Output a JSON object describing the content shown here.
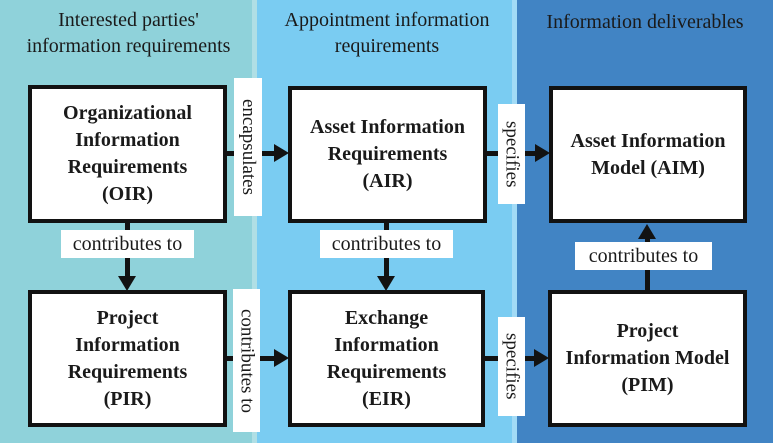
{
  "colors": {
    "col1-bg": "#8fd2da",
    "col2-bg": "#7accf2",
    "col3-bg": "#4184c4",
    "box-bg": "#ffffff",
    "line": "#121212",
    "label-bg": "#ffffff",
    "text": "#1a1a1a"
  },
  "columns": [
    {
      "id": "interested-parties",
      "header": "Interested parties'\ninformation requirements"
    },
    {
      "id": "appointment",
      "header": "Appointment information\nrequirements"
    },
    {
      "id": "deliverables",
      "header": "Information deliverables"
    }
  ],
  "boxes": [
    {
      "id": "OIR",
      "label": "Organizational\nInformation\nRequirements\n(OIR)"
    },
    {
      "id": "AIR",
      "label": "Asset Information\nRequirements\n(AIR)"
    },
    {
      "id": "AIM",
      "label": "Asset Information\nModel (AIM)"
    },
    {
      "id": "PIR",
      "label": "Project\nInformation\nRequirements\n(PIR)"
    },
    {
      "id": "EIR",
      "label": "Exchange\nInformation\nRequirements\n(EIR)"
    },
    {
      "id": "PIM",
      "label": "Project\nInformation Model\n(PIM)"
    }
  ],
  "edges": [
    {
      "from": "OIR",
      "to": "AIR",
      "label": "encapsulates"
    },
    {
      "from": "AIR",
      "to": "AIM",
      "label": "specifies"
    },
    {
      "from": "OIR",
      "to": "PIR",
      "label": "contributes to"
    },
    {
      "from": "AIR",
      "to": "EIR",
      "label": "contributes to"
    },
    {
      "from": "PIR",
      "to": "EIR",
      "label": "contributes to"
    },
    {
      "from": "EIR",
      "to": "PIM",
      "label": "specifies"
    },
    {
      "from": "PIM",
      "to": "AIM",
      "label": "contributes to"
    }
  ]
}
